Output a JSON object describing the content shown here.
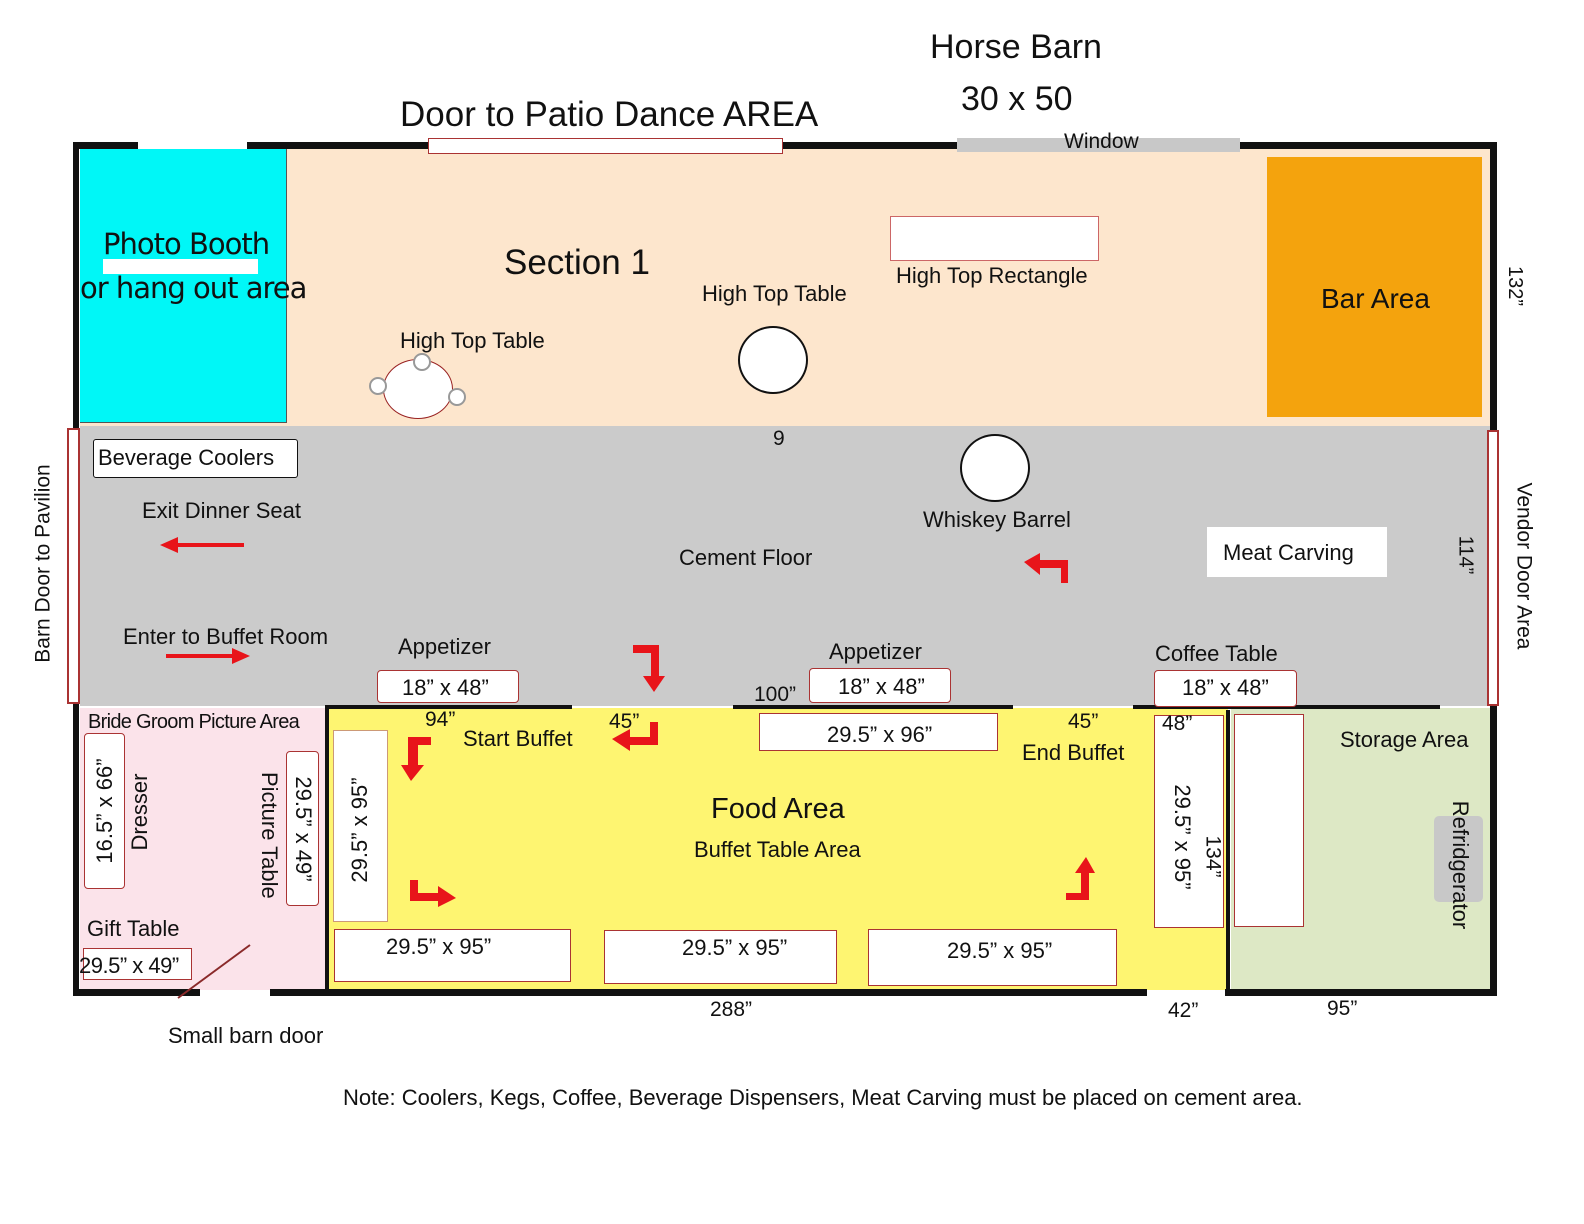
{
  "title": {
    "line1": "Horse Barn",
    "line2": "30 x 50"
  },
  "top": {
    "patio_door": "Door to Patio Dance AREA",
    "window": "Window"
  },
  "section1": {
    "photo_booth_line1": "Photo Booth",
    "photo_booth_line2": "or hang out area",
    "label": "Section 1",
    "high_top_table_1": "High Top Table",
    "high_top_table_2": "High Top Table",
    "high_top_rectangle": "High Top Rectangle",
    "bar_area": "Bar Area",
    "dim_right": "132”"
  },
  "cement": {
    "beverage_coolers": "Beverage Coolers",
    "table_number": "9",
    "whiskey_barrel": "Whiskey Barrel",
    "exit_dinner_seat": "Exit Dinner Seat",
    "cement_floor": "Cement Floor",
    "meat_carving": "Meat Carving",
    "enter_buffet": "Enter to Buffet Room",
    "appetizer_1": "Appetizer",
    "appetizer_1_size": "18” x 48”",
    "appetizer_2": "Appetizer",
    "appetizer_2_size": "18” x 48”",
    "coffee_table": "Coffee Table",
    "coffee_table_size": "18” x 48”",
    "dim_100": "100”",
    "dim_right": "114”",
    "barn_door_left": "Barn Door to Pavilion",
    "vendor_door_right": "Vendor Door Area"
  },
  "bride": {
    "label": "Bride Groom Picture Area",
    "dresser_size": "16.5” x 66”",
    "dresser": "Dresser",
    "picture_table": "Picture Table",
    "picture_table_size": "29.5” x 49”",
    "gift_table": "Gift Table",
    "gift_table_size": "29.5” x 49”",
    "small_barn_door": "Small barn door"
  },
  "food": {
    "dim_94": "94”",
    "start_buffet": "Start Buffet",
    "dim_45a": "45”",
    "top_table": "29.5” x 96”",
    "dim_45b": "45”",
    "end_buffet": "End Buffet",
    "dim_48": "48”",
    "left_table": "29.5” x 95”",
    "food_area": "Food Area",
    "buffet_table_area": "Buffet Table Area",
    "bottom_tables": [
      "29.5” x 95”",
      "29.5” x 95”",
      "29.5” x 95”"
    ],
    "right_table": "29.5” x 95”",
    "dim_134": "134”",
    "dim_288": "288”",
    "dim_42": "42”"
  },
  "storage": {
    "label": "Storage Area",
    "refrigerator": "Refridgerator",
    "dim_95": "95”"
  },
  "note": "Note: Coolers, Kegs, Coffee, Beverage Dispensers, Meat Carving must be placed on cement area.",
  "colors": {
    "photo_booth": "#00f7f7",
    "section1": "#fde6cd",
    "bar": "#f4a30d",
    "cement": "#cbcbcb",
    "bride": "#fbe3ea",
    "food": "#fef571",
    "storage": "#dde8c5",
    "arrow": "#e8141a",
    "table_border": "#a33333"
  }
}
